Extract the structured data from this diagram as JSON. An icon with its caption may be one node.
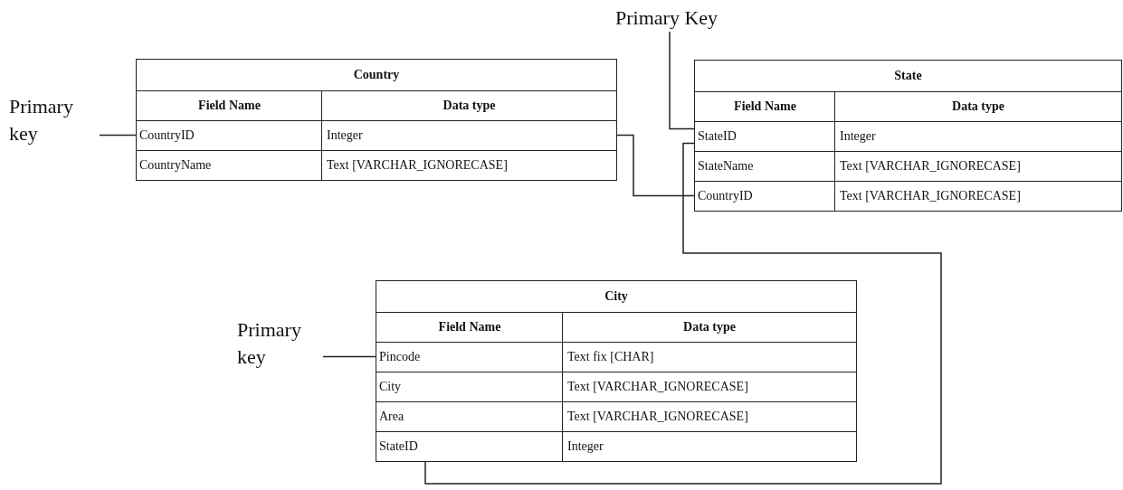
{
  "diagram": {
    "nodes": [
      {
        "text": [
          "Primary key"
        ]
      },
      {
        "text": [
          "Country"
        ]
      },
      {
        "text": [
          "Field Name",
          "Data type"
        ],
        "in": 1
      },
      {
        "text": [
          "CountryID",
          "Integer"
        ],
        "in": 1
      },
      {
        "text": [
          "CountryName",
          "Text [VARCHAR_IGNORECASE]"
        ],
        "in": 1
      },
      {
        "text": [
          "Primary Key"
        ]
      },
      {
        "text": [
          "State"
        ]
      },
      {
        "text": [
          "Field Name",
          "Data type"
        ],
        "in": 6
      },
      {
        "text": [
          "StateID",
          "Integer"
        ],
        "in": 6
      },
      {
        "text": [
          "StateName",
          "Text [VARCHAR_IGNORECASE]"
        ],
        "in": 6
      },
      {
        "text": [
          "CountryID",
          "Text [VARCHAR_IGNORECASE]"
        ],
        "in": 6
      },
      {
        "text": [
          "Primary key"
        ]
      },
      {
        "text": [
          "City"
        ]
      },
      {
        "text": [
          "Field Name",
          "Data type"
        ],
        "in": 12
      },
      {
        "text": [
          "Pincode",
          "Text fix [CHAR]"
        ],
        "in": 12
      },
      {
        "text": [
          "City",
          "Text [VARCHAR_IGNORECASE]"
        ],
        "in": 12
      },
      {
        "text": [
          "Area",
          "Text [VARCHAR_IGNORECASE]"
        ],
        "in": 12
      },
      {
        "text": [
          "StateID",
          "Integer"
        ],
        "in": 12
      }
    ],
    "edges": [
      {
        "from": 0,
        "to": 3,
        "arrow": "none"
      },
      {
        "from": 5,
        "to": 8,
        "arrow": "none"
      },
      {
        "from": 3,
        "to": 10,
        "arrow": "none"
      },
      {
        "from": 8,
        "to": 17,
        "arrow": "none"
      },
      {
        "from": 11,
        "to": 14,
        "arrow": "none"
      }
    ]
  }
}
